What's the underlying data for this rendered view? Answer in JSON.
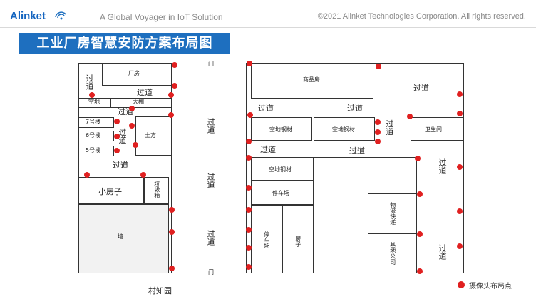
{
  "header": {
    "logo_text": "Alinket",
    "tagline": "A Global Voyager in IoT Solution",
    "copyright": "©2021 Alinket Technologies Corporation. All rights reserved."
  },
  "title": "工业厂房智慧安防方案布局图",
  "labels": {
    "factory": "厂房",
    "empty": "空地",
    "shed": "大棚",
    "b7": "7号楼",
    "b6": "6号楼",
    "b5": "5号楼",
    "earth": "土方",
    "small_house": "小房子",
    "garbage": "垃圾箱",
    "wall": "墙",
    "goods_room": "商品房",
    "steel1": "空地钢材",
    "steel2": "空地钢材",
    "steel3": "空地钢材",
    "toilet": "卫生间",
    "parking1": "停车场",
    "parking2": "停车场",
    "house": "房子",
    "logistics": "物流快递",
    "base_company": "基地公司",
    "passage": "过道",
    "gate": "门",
    "village": "村知园"
  },
  "legend": {
    "camera": "摄像头布局点",
    "camera_color": "#e02020"
  }
}
